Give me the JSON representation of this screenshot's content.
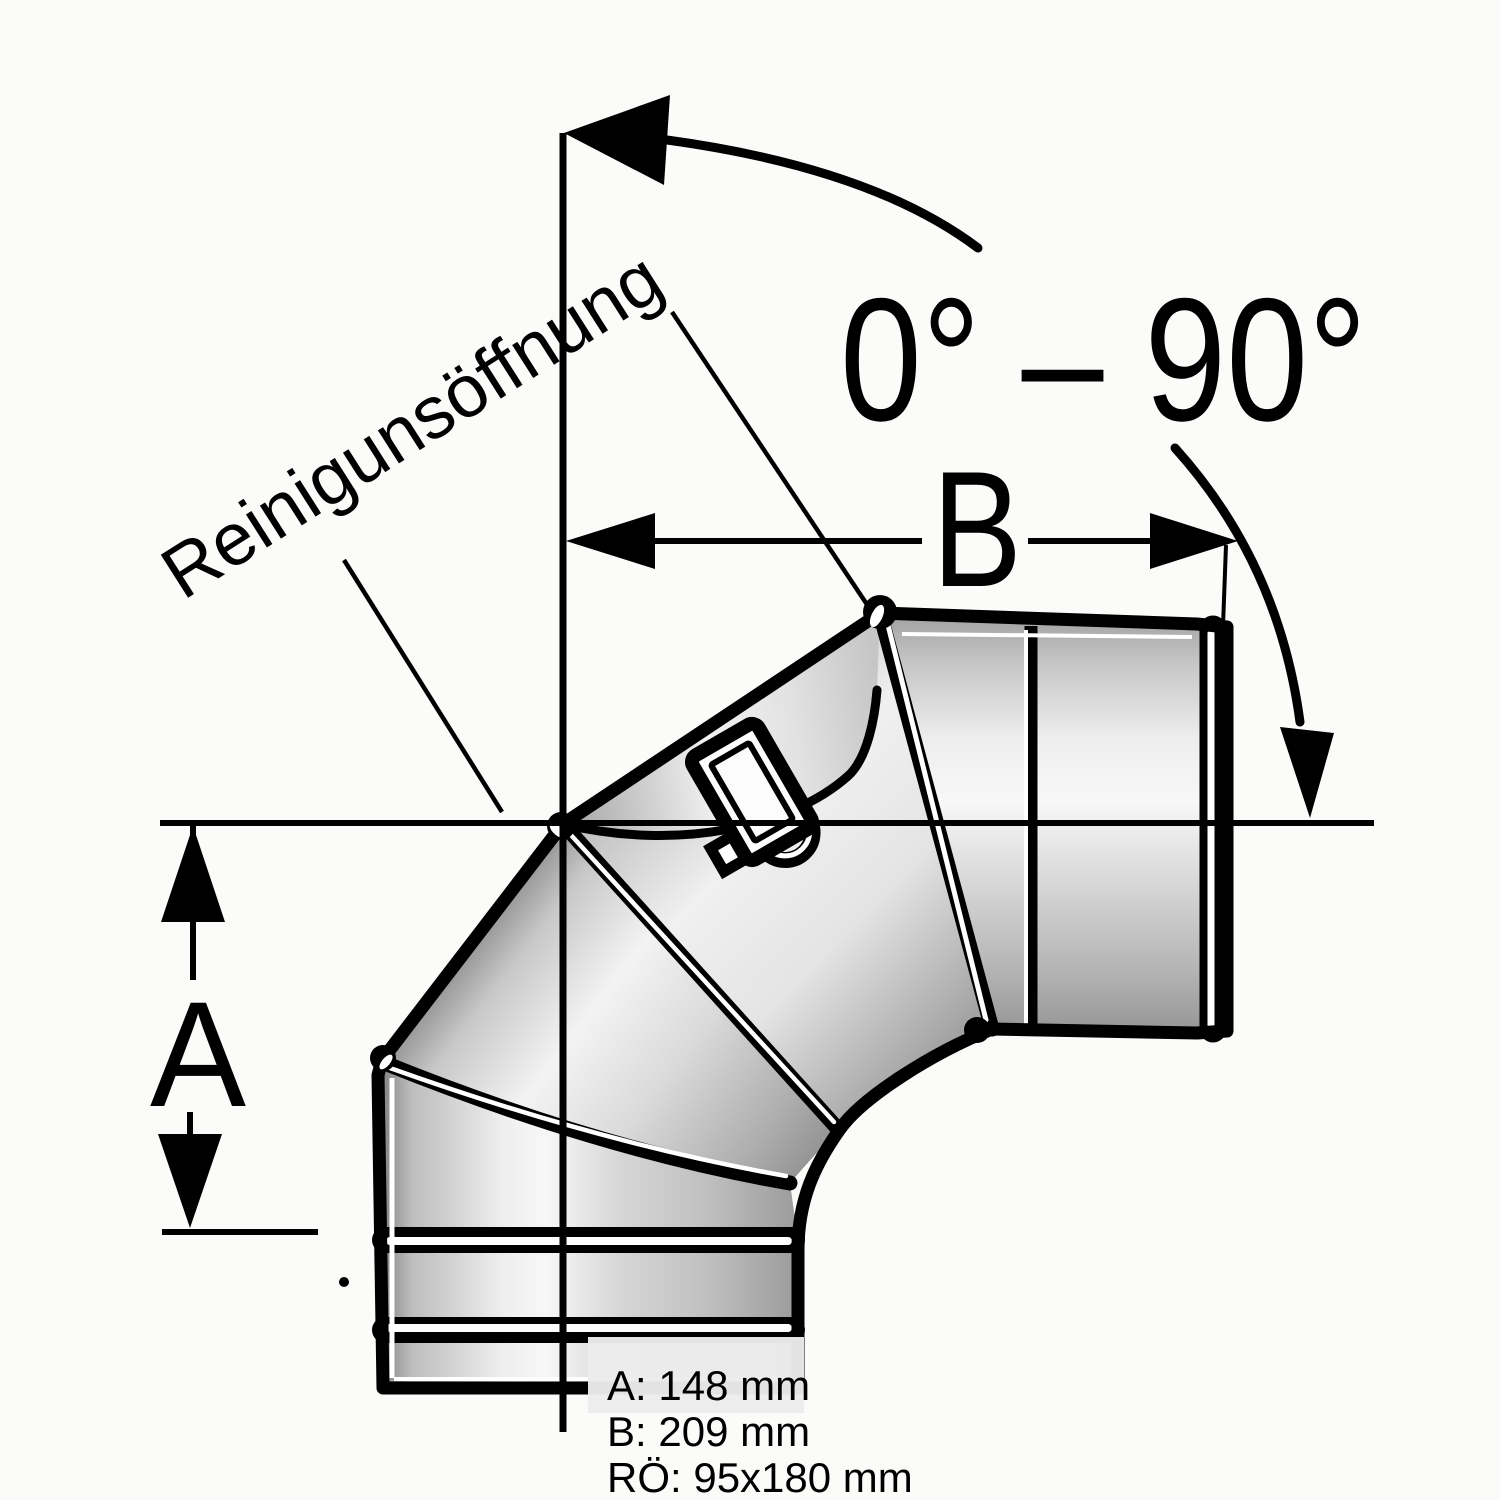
{
  "diagram": {
    "title_hint": "segmented stove-pipe elbow, adjustable 0-90 degrees",
    "angle_range_label": "0° – 90°",
    "cleaning_opening_label": "Reinigunsöffnung",
    "dimension_b_label": "B",
    "dimension_a_label": "A",
    "spec_lines": [
      "A: 148 mm",
      "B: 209 mm",
      "RÖ: 95x180 mm"
    ],
    "specs": {
      "A": "148 mm",
      "B": "209 mm",
      "RÖ": "95x180 mm"
    }
  },
  "colors": {
    "line": "#000000",
    "background": "#fbfbf9",
    "pipe_light": "#f6f6f6",
    "pipe_mid": "#cfcfcf",
    "pipe_dark": "#8f8f8f",
    "spec_box": "#ececec"
  }
}
